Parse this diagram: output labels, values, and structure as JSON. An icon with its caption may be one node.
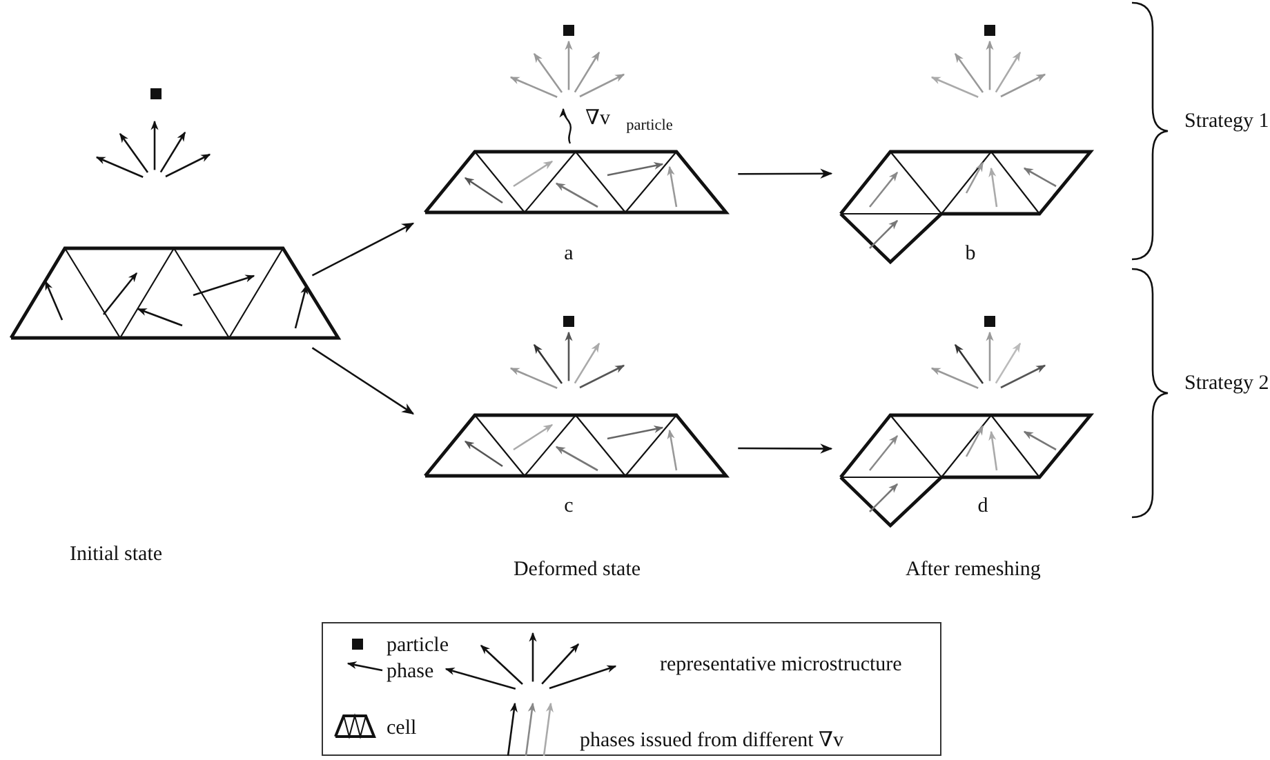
{
  "diagram": {
    "nodes": [
      {
        "text": [],
        "shape": "mesh"
      },
      {
        "text": [],
        "shape": "mesh",
        "beside": [
          "a"
        ]
      },
      {
        "text": [],
        "shape": "mesh",
        "beside": [
          "b"
        ]
      },
      {
        "text": [],
        "shape": "mesh",
        "beside": [
          "c"
        ]
      },
      {
        "text": [],
        "shape": "mesh",
        "beside": [
          "d"
        ]
      }
    ],
    "edges": [
      {
        "from": 0,
        "to": 1,
        "arrow": "to"
      },
      {
        "from": 0,
        "to": 3,
        "arrow": "to"
      },
      {
        "from": 1,
        "to": 2,
        "arrow": "to"
      },
      {
        "from": 3,
        "to": 4,
        "arrow": "to"
      }
    ],
    "labels": [
      "∇v⃗$_{particle}$",
      "Strategy 1",
      "Strategy 2",
      "Initial state",
      "Deformed state",
      "After remeshing"
    ],
    "legend": [
      {
        "text": "particle"
      },
      {
        "text": "phase"
      },
      {
        "text": "cell"
      },
      {
        "text": "representative microstructure"
      },
      {
        "text": "phases issued from different ∇v⃗"
      }
    ]
  }
}
